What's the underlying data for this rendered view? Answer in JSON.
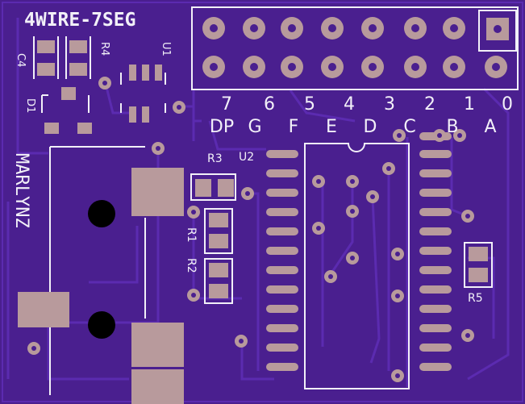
{
  "title": "4WIRE-7SEG",
  "brand": "MARLYNZ",
  "header": {
    "numbers": [
      "7",
      "6",
      "5",
      "4",
      "3",
      "2",
      "1",
      "0"
    ],
    "segments": [
      "DP",
      "G",
      "F",
      "E",
      "D",
      "C",
      "B",
      "A"
    ]
  },
  "refs": {
    "c4": "C4",
    "r4": "R4",
    "u1": "U1",
    "d1": "D1",
    "r3": "R3",
    "u2": "U2",
    "r1": "R1",
    "r2": "R2",
    "r5": "R5"
  },
  "colors": {
    "board": "#4a1f8f",
    "board_dark": "#3e1880",
    "trace": "#5b2bb0",
    "pad": "#b89a9c",
    "silk": "#f2f0f8",
    "hole": "#000000"
  }
}
